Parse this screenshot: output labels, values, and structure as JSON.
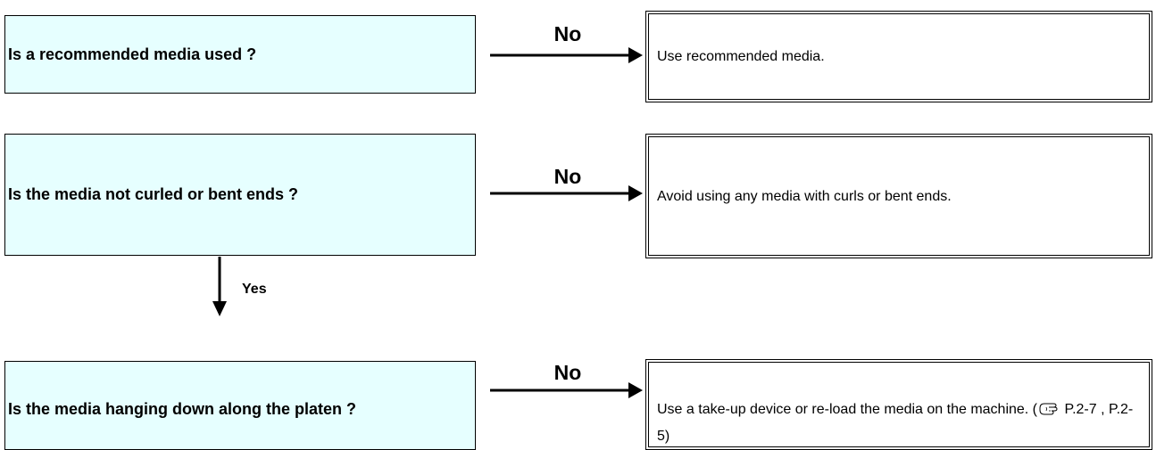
{
  "steps": [
    {
      "question": "Is a recommended media used ?",
      "no_label": "No",
      "answer": "Use recommended media."
    },
    {
      "question": "Is the media not curled or bent ends ?",
      "no_label": "No",
      "answer": "Avoid using any media with curls or bent ends.",
      "yes_label": "Yes"
    },
    {
      "question": "Is the media hanging down along the platen ?",
      "no_label": "No",
      "answer_prefix": "Use a take-up device or re-load the media on the machine. (",
      "answer_ref_icon": "pointing-hand-reference-icon",
      "answer_suffix": " P.2-7 , P.2-5)"
    }
  ],
  "colors": {
    "question_fill": "#e6ffff",
    "line": "#000000"
  }
}
